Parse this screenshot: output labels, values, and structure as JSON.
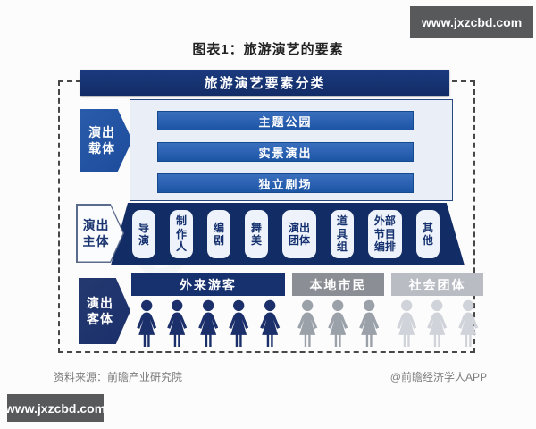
{
  "watermark_top": "www.jxzcbd.com",
  "watermark_bottom": "www.jxzcbd.com",
  "title": "图表1：旅游演艺的要素",
  "diagram": {
    "header": "旅游演艺要素分类",
    "carrier_label": "演出\n载体",
    "subject_label": "演出\n主体",
    "object_label": "演出\n客体",
    "carriers": [
      "主题公园",
      "实景演出",
      "独立剧场"
    ],
    "subjects": [
      "导\n演",
      "制\n作\n人",
      "编\n剧",
      "舞\n美",
      "演出\n团体",
      "道\n具\n组",
      "外部\n节目\n编排",
      "其\n他"
    ],
    "audience": {
      "groups": [
        {
          "label": "外来游客",
          "bar_color": "#16316d",
          "people_color": "#1b2f6b",
          "count": 5
        },
        {
          "label": "本地市民",
          "bar_color": "#8b8e94",
          "people_color": "#9ba1a9",
          "count": 3
        },
        {
          "label": "社会团体",
          "bar_color": "#b9bcc3",
          "people_color": "#d0d3d9",
          "count": 3
        }
      ]
    }
  },
  "footer": {
    "source": "资料来源：前瞻产业研究院",
    "credit": "@前瞻经济学人APP"
  },
  "colors": {
    "navy_dark": "#122c66",
    "blue_bar": "#1d55a5",
    "blue_arrow": "#1c4b9a",
    "navy_people": "#1b2f6b",
    "panel_light": "#e9eef7",
    "box_light": "#eef2fa",
    "wm_box": "#58595b",
    "title_text": "#222222",
    "footer_text": "#7d7d7d"
  }
}
